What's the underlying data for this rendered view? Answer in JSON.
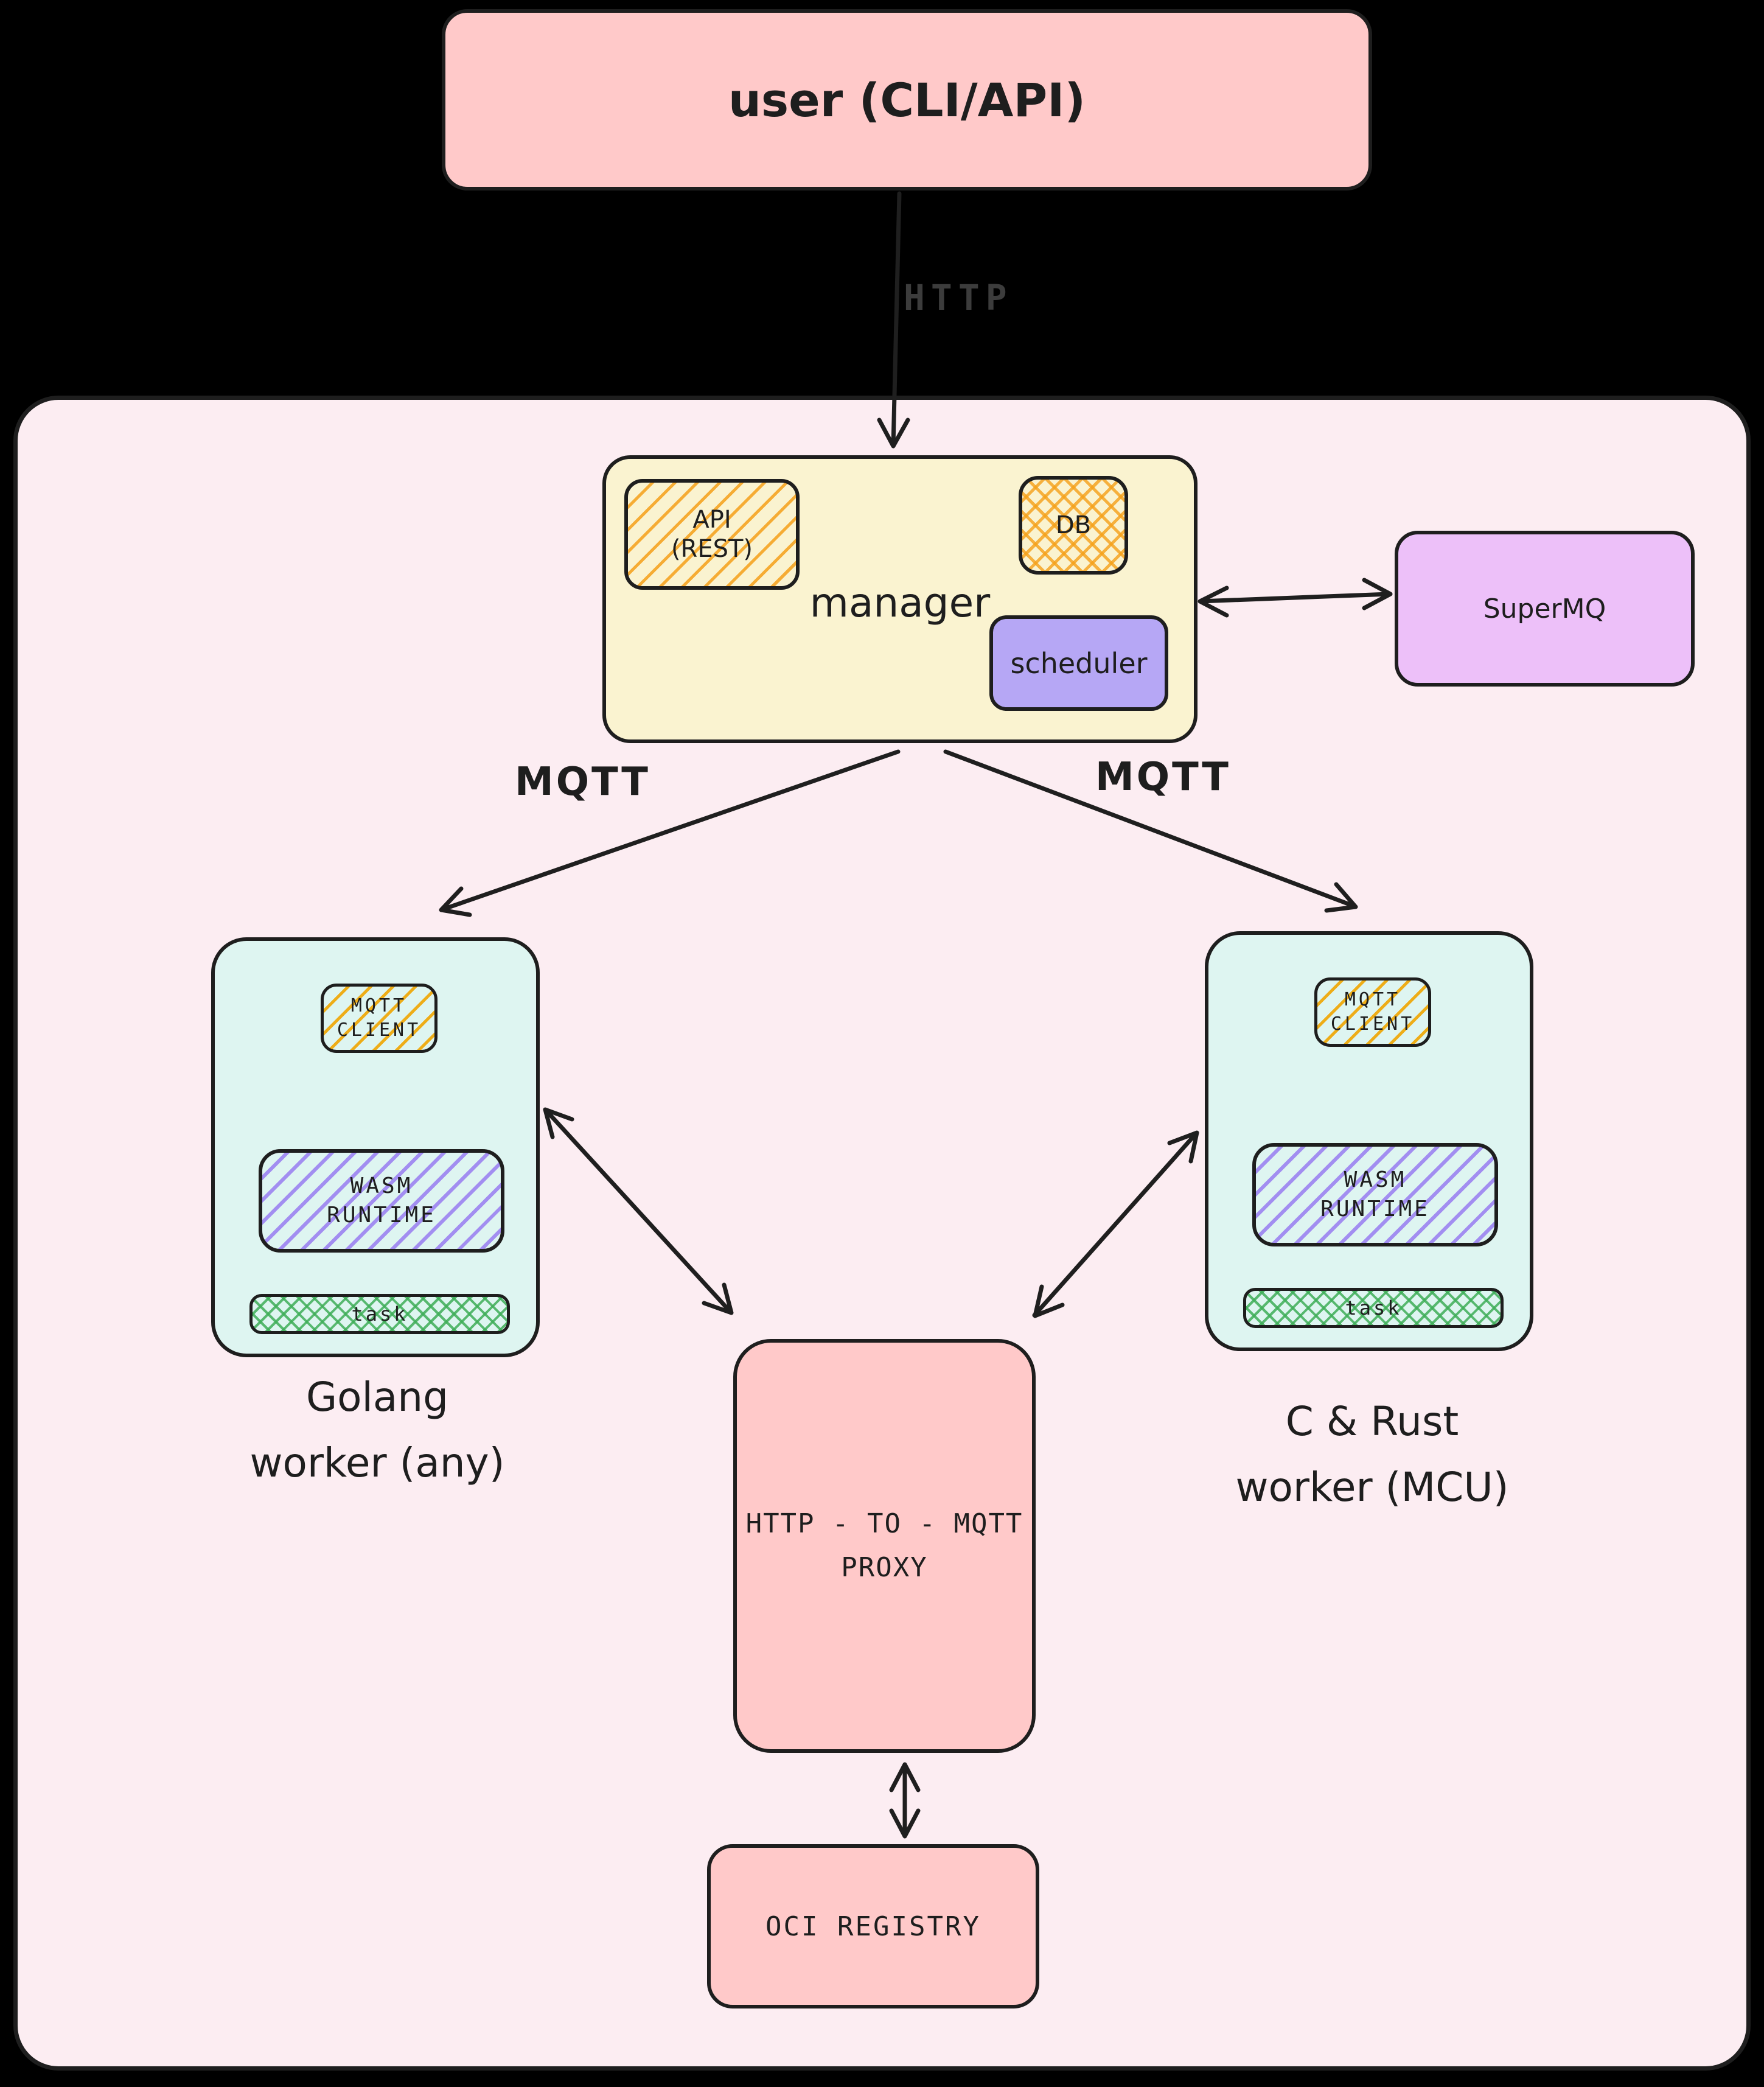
{
  "colors": {
    "background": "#000000",
    "node_pink": "#ffc9c9",
    "container_pink": "#fcedf2",
    "manager_yellow": "#faf3d0",
    "scheduler_purple": "#b6a7f5",
    "supermq_purple": "#edc0f9",
    "worker_cyan": "#def5f1",
    "hatch_orange": "#f5a018",
    "hatch_violet": "#8e6cf1",
    "hatch_green": "#3fae58",
    "stroke": "#1e1e1e",
    "http_label_gray": "#3c3c3c"
  },
  "nodes": {
    "user": {
      "label": "user (CLI/API)"
    },
    "manager": {
      "label": "manager",
      "api": {
        "line1": "API",
        "line2": "(REST)"
      },
      "db": "DB",
      "scheduler": "scheduler"
    },
    "supermq": {
      "label": "SuperMQ"
    },
    "workers": [
      {
        "caption1": "Golang",
        "caption2": "worker (any)",
        "mqtt1": "MQTT",
        "mqtt2": "CLIENT",
        "wasm1": "WASM",
        "wasm2": "RUNTIME",
        "task": "task"
      },
      {
        "caption1": "C & Rust",
        "caption2": "worker (MCU)",
        "mqtt1": "MQTT",
        "mqtt2": "CLIENT",
        "wasm1": "WASM",
        "wasm2": "RUNTIME",
        "task": "task"
      }
    ],
    "proxy": {
      "line1": "HTTP - TO - MQTT",
      "line2": "PROXY"
    },
    "oci": {
      "label": "OCI REGISTRY"
    }
  },
  "edges": {
    "http": "HTTP",
    "mqtt_left": "MQTT",
    "mqtt_right": "MQTT"
  }
}
